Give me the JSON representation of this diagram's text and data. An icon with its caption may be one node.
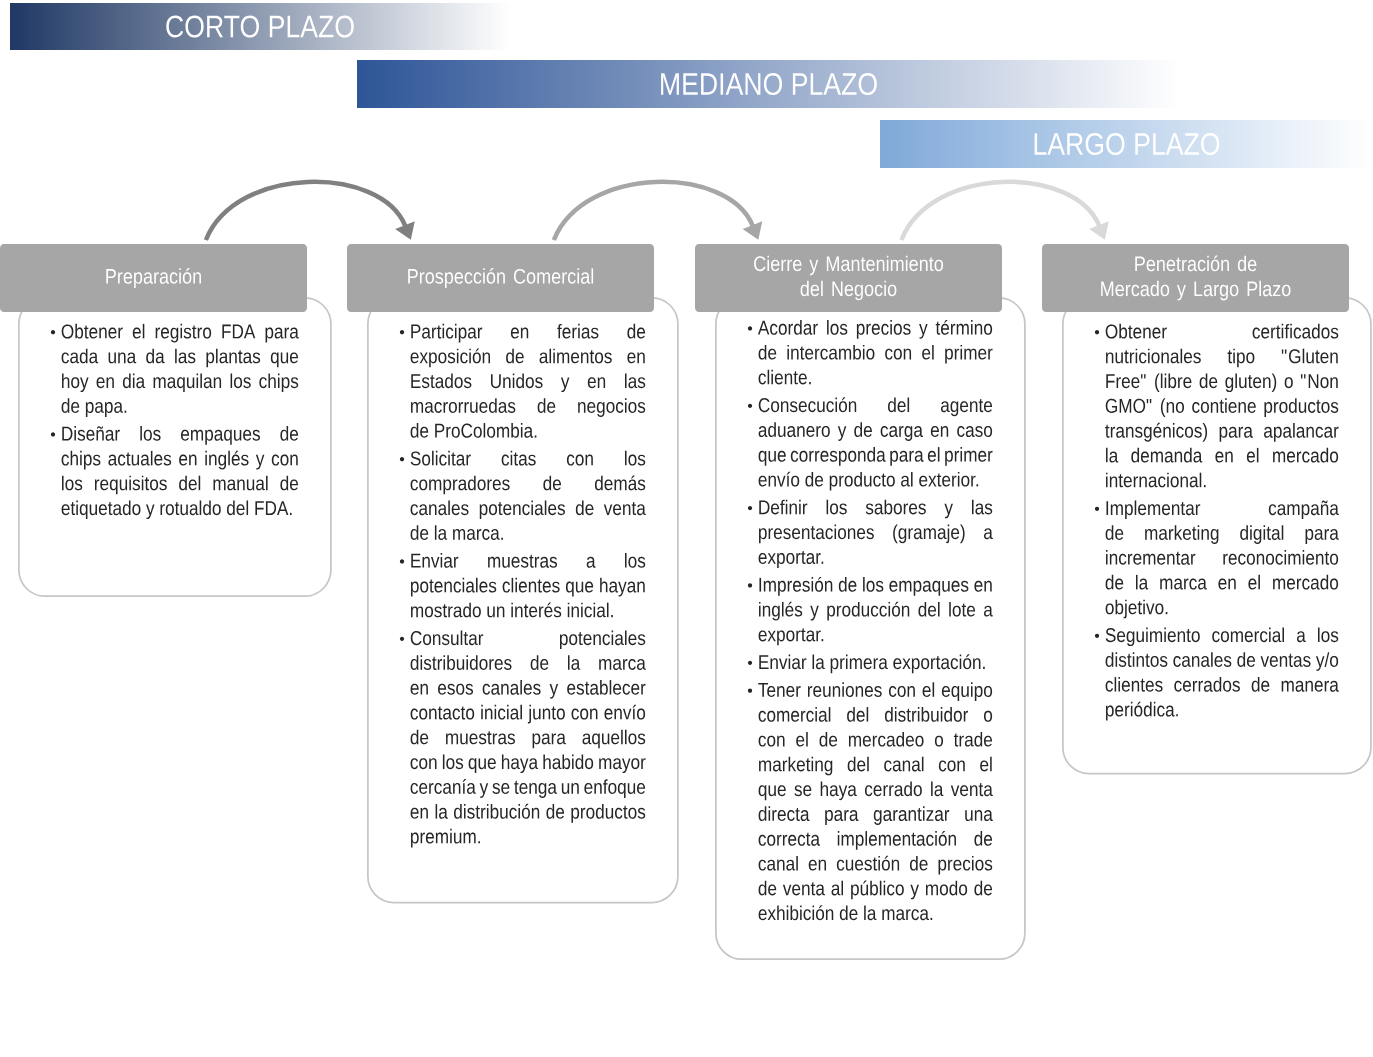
{
  "diagram": {
    "nodes": [
      {
        "text": [
          "CORTO PLAZO"
        ]
      },
      {
        "text": [
          "MEDIANO PLAZO"
        ]
      },
      {
        "text": [
          "LARGO PLAZO"
        ]
      },
      {
        "text": [
          "Preparación",
          "Obtener el registro FDA para cada una da las plantas que hoy en dia maquilan los chips de papa.",
          "Diseñar los empaques de chips actuales en inglés y con los requisitos del manual de etiquetado y rotualdo del FDA."
        ]
      },
      {
        "text": [
          "Prospección Comercial",
          "Participar en ferias de exposición de alimentos en Estados Unidos y en las macrorruedas de negocios de ProColombia.",
          "Solicitar citas con los compradores de demás canales potenciales de venta de la marca.",
          "Enviar muestras a los potenciales clientes que hayan mostrado un interés inicial.",
          "Consultar potenciales distribuidores de la marca en esos canales y establecer contacto inicial junto con envío de muestras para aquellos con los que haya habido mayor cercanía y se tenga un enfoque en la distribución de productos premium."
        ]
      },
      {
        "text": [
          "Cierre y Mantenimiento del Negocio",
          "Acordar los precios y término de intercambio con el primer cliente.",
          "Consecución del agente aduanero y de carga en caso que corresponda para el primer envío de producto al exterior.",
          "Definir los sabores y las presentaciones (gramaje) a exportar.",
          "Impresión de los empaques en inglés y producción del lote a exportar.",
          "Enviar la primera exportación.",
          "Tener reuniones con el equipo comercial del distribuidor o con el de mercadeo o trade marketing del canal con el que se haya cerrado la venta directa para garantizar una correcta implementación de canal en cuestión de precios de venta al público y modo de exhibición de la marca."
        ]
      },
      {
        "text": [
          "Penetración de Mercado y Largo Plazo",
          "Obtener certificados nutricionales tipo \"Gluten Free\" (libre de gluten) o \"Non GMO\" (no contiene productos transgénicos) para apalancar la demanda en el mercado internacional.",
          "Implementar campaña de marketing digital para incrementar reconocimiento de la marca en el mercado objetivo.",
          "Seguimiento comercial a los distintos canales de ventas y/o clientes cerrados de manera periódica."
        ]
      }
    ],
    "edges": [
      {
        "from": 3,
        "to": 4,
        "arrow": "to",
        "color": "#808080"
      },
      {
        "from": 4,
        "to": 5,
        "arrow": "to",
        "color": "#a6a6a6"
      },
      {
        "from": 5,
        "to": 6,
        "arrow": "to",
        "color": "#d9d9d9"
      }
    ]
  }
}
